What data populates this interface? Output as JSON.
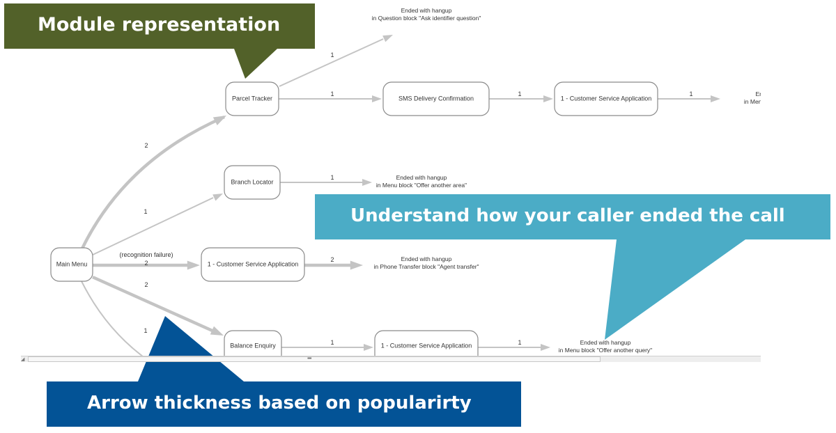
{
  "callouts": {
    "module": {
      "text": "Module representation",
      "color": "#526129"
    },
    "ended": {
      "text": "Understand how your caller ended the call",
      "color": "#4bacc6"
    },
    "arrow": {
      "text": "Arrow thickness based on popularirty",
      "color": "#035396"
    }
  },
  "diagram": {
    "nodes": [
      {
        "id": "main-menu",
        "label": "Main Menu"
      },
      {
        "id": "parcel-tracker",
        "label": "Parcel Tracker"
      },
      {
        "id": "sms-delivery",
        "label": "SMS Delivery Confirmation"
      },
      {
        "id": "csa-top",
        "label": "1 - Customer Service Application"
      },
      {
        "id": "branch-locator",
        "label": "Branch Locator"
      },
      {
        "id": "csa-mid",
        "label": "1 - Customer Service Application"
      },
      {
        "id": "balance-enquiry",
        "label": "Balance Enquiry"
      },
      {
        "id": "csa-bottom",
        "label": "1 - Customer Service Application"
      }
    ],
    "endpoints": [
      {
        "id": "end-ask-id",
        "line1": "Ended with hangup",
        "line2": "in Question block \"Ask identifier question\""
      },
      {
        "id": "end-menu-top",
        "line1": "End",
        "line2": "in Menu bloc"
      },
      {
        "id": "end-area",
        "line1": "Ended with hangup",
        "line2": "in Menu block \"Offer another area\""
      },
      {
        "id": "end-agent",
        "line1": "Ended with hangup",
        "line2": "in Phone Transfer block \"Agent transfer\""
      },
      {
        "id": "end-query",
        "line1": "Ended with hangup",
        "line2": "in Menu block \"Offer another query\""
      }
    ],
    "edges": [
      {
        "from": "main-menu",
        "to": "parcel-tracker",
        "count": 2,
        "label": "2"
      },
      {
        "from": "main-menu",
        "to": "branch-locator",
        "count": 1,
        "label": "1"
      },
      {
        "from": "main-menu",
        "to": "csa-mid",
        "count": 2,
        "label": "2",
        "note": "(recognition failure)"
      },
      {
        "from": "main-menu",
        "to": "balance-enquiry",
        "count": 2,
        "label": "2"
      },
      {
        "from": "main-menu",
        "to": "offscreen",
        "count": 1,
        "label": "1"
      },
      {
        "from": "parcel-tracker",
        "to": "end-ask-id",
        "count": 1,
        "label": "1"
      },
      {
        "from": "parcel-tracker",
        "to": "sms-delivery",
        "count": 1,
        "label": "1"
      },
      {
        "from": "sms-delivery",
        "to": "csa-top",
        "count": 1,
        "label": "1"
      },
      {
        "from": "csa-top",
        "to": "end-menu-top",
        "count": 1,
        "label": "1"
      },
      {
        "from": "branch-locator",
        "to": "end-area",
        "count": 1,
        "label": "1"
      },
      {
        "from": "csa-mid",
        "to": "end-agent",
        "count": 2,
        "label": "2"
      },
      {
        "from": "balance-enquiry",
        "to": "csa-bottom",
        "count": 1,
        "label": "1"
      },
      {
        "from": "csa-bottom",
        "to": "end-query",
        "count": 1,
        "label": "1"
      }
    ]
  },
  "scrollbar": {
    "grip": "▪▪▪",
    "corner": "◢"
  }
}
